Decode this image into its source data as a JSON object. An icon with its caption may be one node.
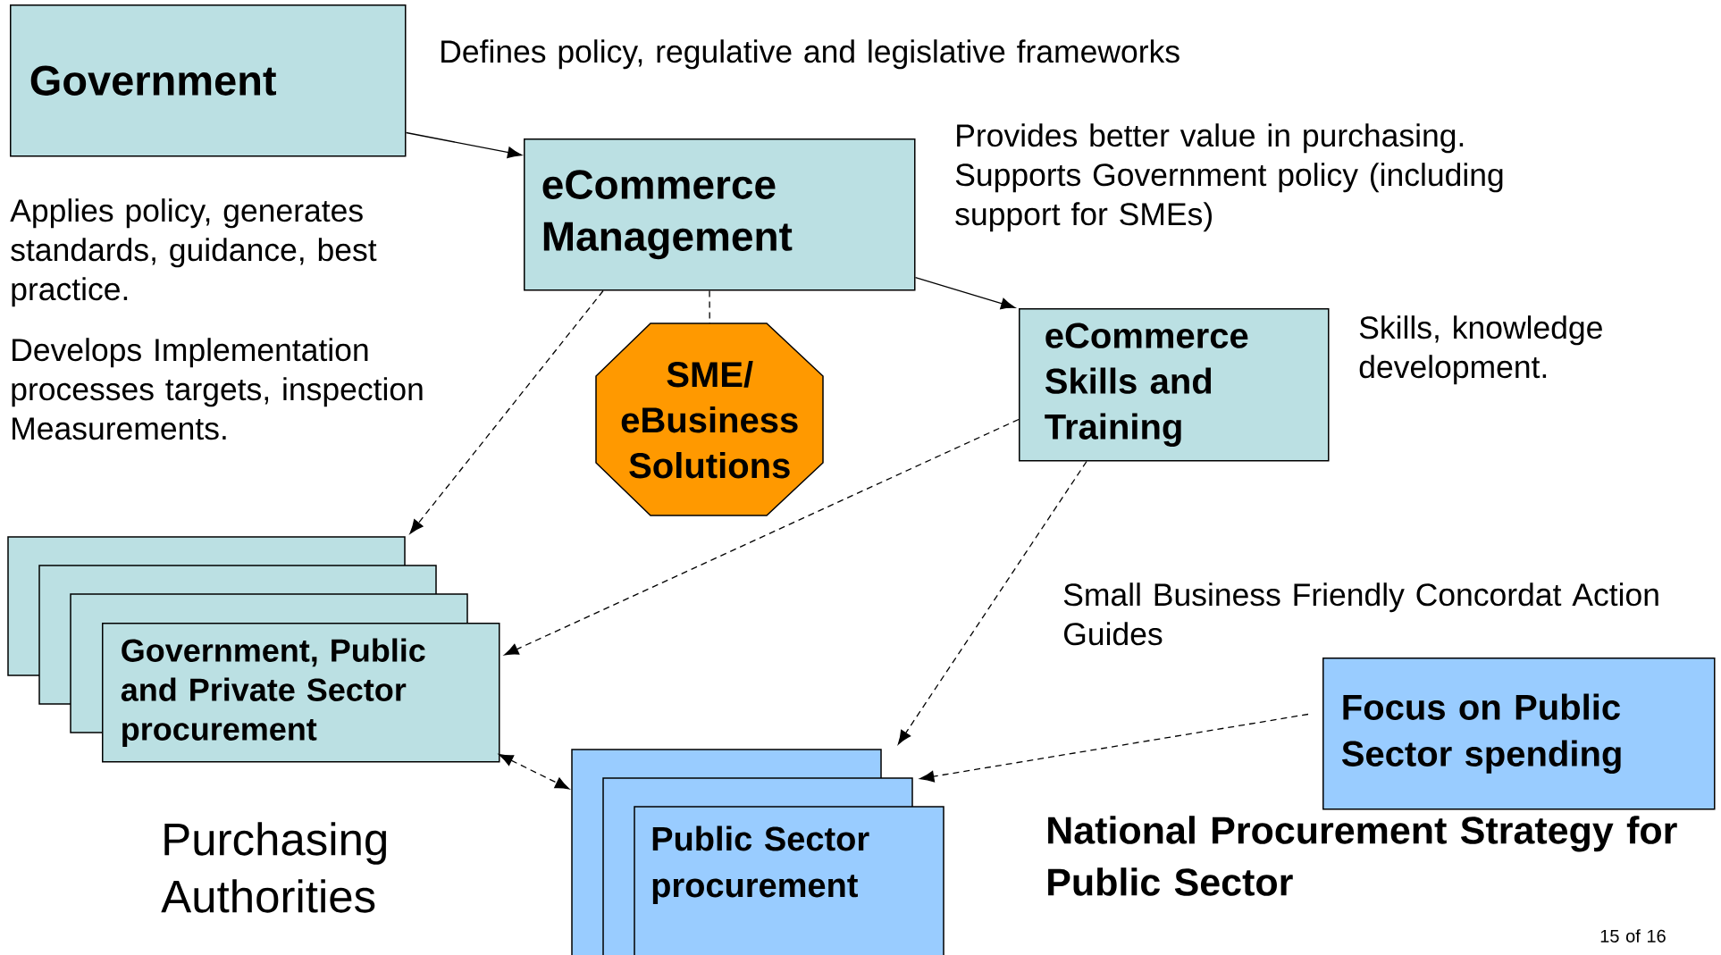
{
  "diagram": {
    "nodes": [
      {
        "text": [
          "Government"
        ]
      },
      {
        "text": [
          "eCommerce Management"
        ]
      },
      {
        "text": [
          "SME/ eBusiness Solutions"
        ]
      },
      {
        "text": [
          "eCommerce Skills and Training"
        ]
      },
      {
        "text": [
          "Government, Public and Private Sector procurement"
        ]
      },
      {
        "text": [
          "Focus on Public Sector spending"
        ]
      },
      {
        "text": [
          "Public Sector procurement"
        ]
      }
    ],
    "edges": [
      {
        "from": 0,
        "to": 1,
        "arrow": "to"
      },
      {
        "from": 1,
        "to": 3,
        "arrow": "to"
      },
      {
        "from": 1,
        "to": 4,
        "arrow": "to",
        "style": "dashed"
      },
      {
        "from": 1,
        "to": 2,
        "arrow": "none",
        "style": "dashed"
      },
      {
        "from": 3,
        "to": 4,
        "arrow": "to",
        "style": "dashed"
      },
      {
        "from": 3,
        "to": 6,
        "arrow": "to",
        "style": "dashed"
      },
      {
        "from": 5,
        "to": 6,
        "arrow": "to",
        "style": "dashed"
      },
      {
        "from": 4,
        "to": 6,
        "arrow": "both",
        "style": "dashed"
      }
    ],
    "labels": [
      "Defines policy, regulative and legislative frameworks",
      "Provides better value in purchasing. Supports Government policy (including support for SMEs)",
      "Applies policy, generates standards, guidance, best practice.",
      "Develops Implementation processes targets, inspection Measurements.",
      "Skills, knowledge development.",
      "Small Business Friendly Concordat Action Guides",
      "Purchasing Authorities",
      "National Procurement Strategy for Public Sector",
      "15 of 16"
    ]
  }
}
